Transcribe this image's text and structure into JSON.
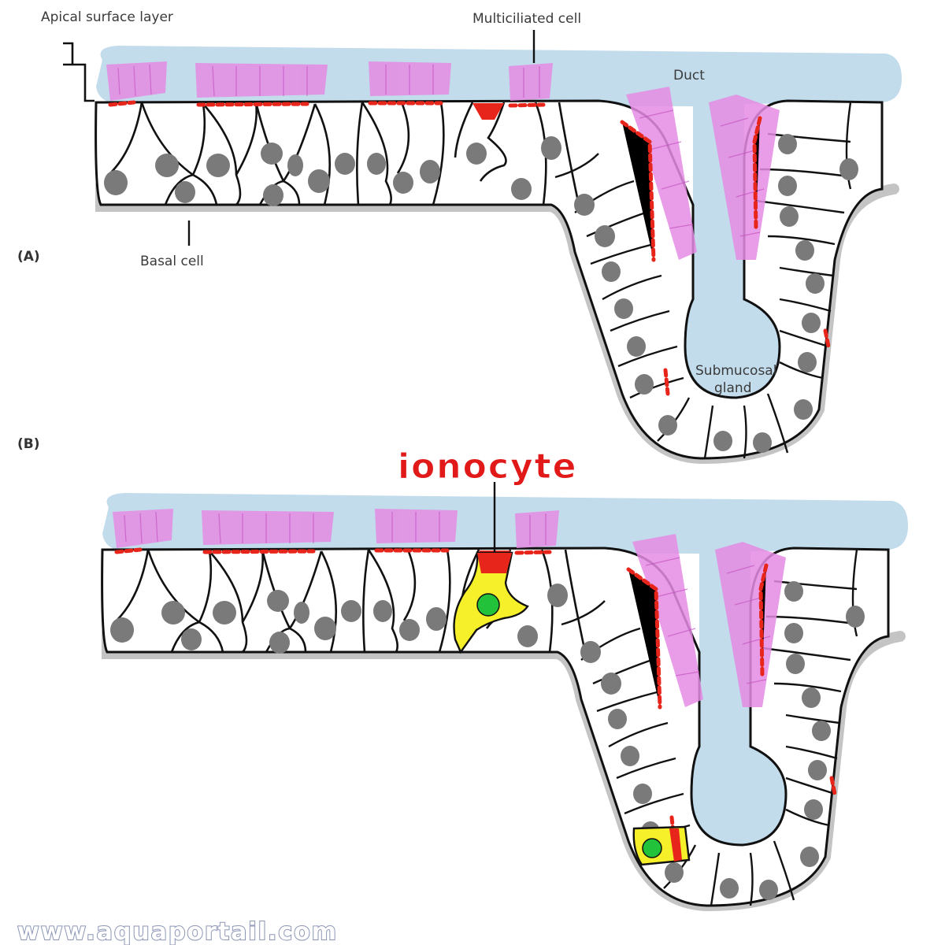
{
  "labels": {
    "apical_surface_layer": "Apical surface layer",
    "multiciliated_cell": "Multiciliated cell",
    "duct": "Duct",
    "basal_cell": "Basal cell",
    "submucosal_gland_line1": "Submucosal",
    "submucosal_gland_line2": "gland",
    "ionocyte": "ionocyte"
  },
  "panels": {
    "a": "(A)",
    "b": "(B)"
  },
  "watermark": "www.aquaportail.com",
  "colors": {
    "mucus": "#c2dcec",
    "cilia": "#e58be3",
    "tight_junction": "#e8251b",
    "nucleus": "#7a7a7a",
    "basement_membrane": "#c4c4c4",
    "cell_outline": "#111111",
    "ionocyte_cytoplasm": "#f5f02a",
    "ionocyte_nucleus": "#22c33a",
    "ionocyte_label": "#e11919"
  }
}
